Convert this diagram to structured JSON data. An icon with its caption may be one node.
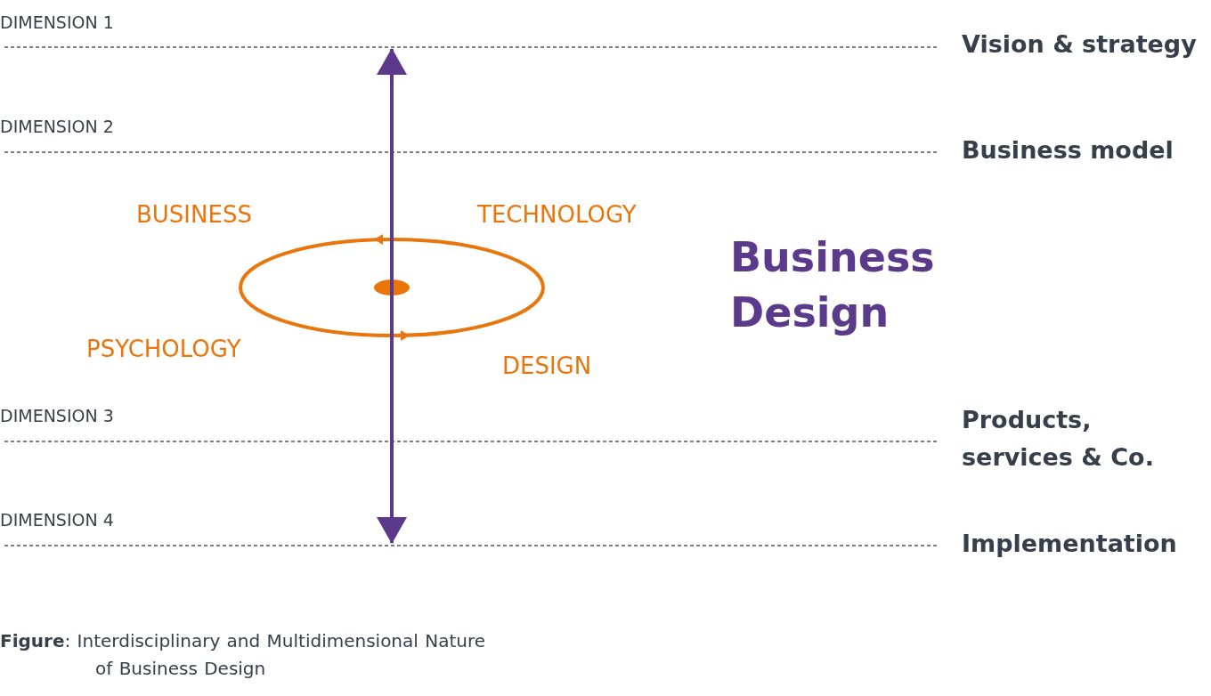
{
  "diagram": {
    "caption": "**Figure**: Interdisciplinary and Multidimensional Nature of Business Design",
    "labels": [
      "DIMENSION 1",
      "Vision & strategy",
      "DIMENSION 2",
      "Business model",
      "BUSINESS",
      "TECHNOLOGY",
      "Business Design",
      "PSYCHOLOGY",
      "DESIGN",
      "DIMENSION 3",
      "Products, services & Co.",
      "DIMENSION 4",
      "Implementation"
    ]
  }
}
